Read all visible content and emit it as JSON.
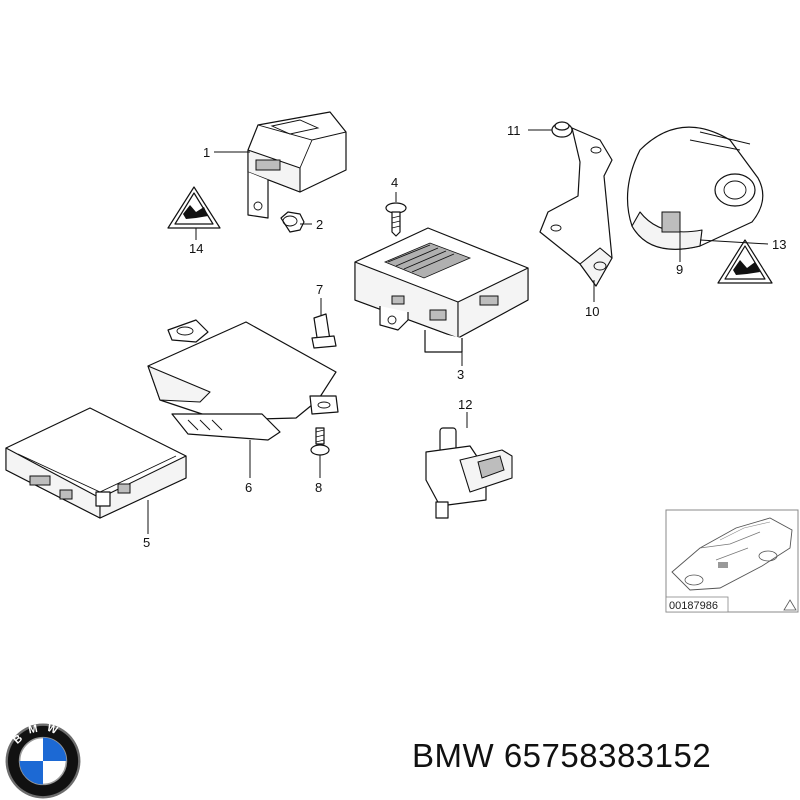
{
  "callouts": [
    "1",
    "2",
    "3",
    "4",
    "5",
    "6",
    "7",
    "8",
    "9",
    "10",
    "11",
    "12",
    "13",
    "14"
  ],
  "reference_code": "00187986",
  "footer": {
    "brand": "BMW",
    "part_number": "65758383152",
    "separator": " "
  },
  "logo": {
    "letters": "BMW",
    "colors": {
      "blue": "#1c69d4",
      "black": "#111111",
      "white": "#ffffff",
      "ring": "#6d6d6d"
    }
  },
  "icons": [
    "warning-triangle-icon",
    "bmw-logo-icon",
    "car-outline-icon"
  ]
}
